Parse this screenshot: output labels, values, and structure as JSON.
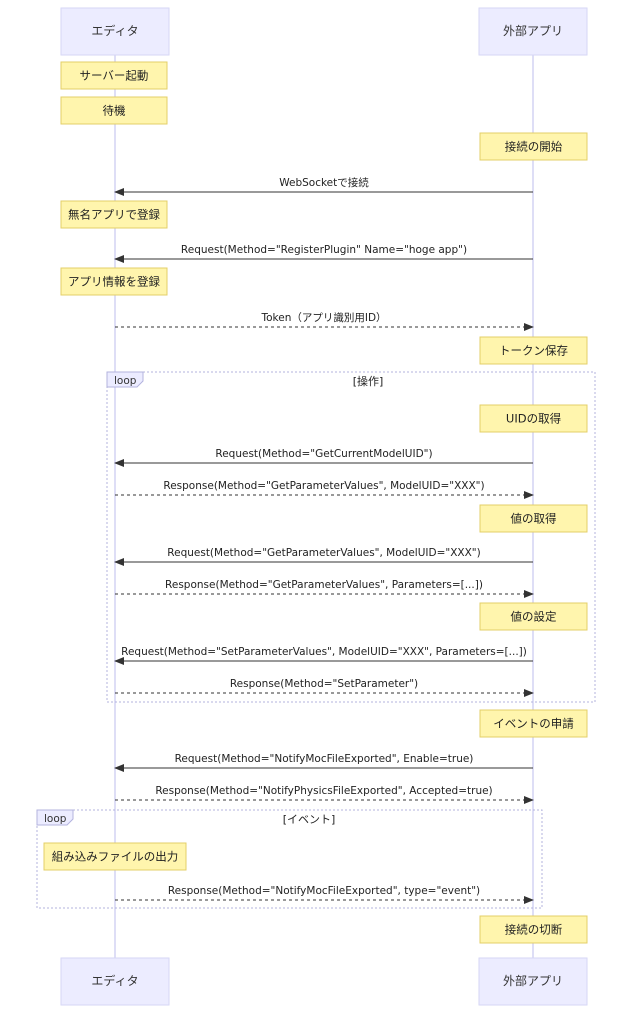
{
  "actors": {
    "editor": "エディタ",
    "app": "外部アプリ"
  },
  "notes": [
    {
      "actor": "editor",
      "text": "サーバー起動"
    },
    {
      "actor": "editor",
      "text": "待機"
    },
    {
      "actor": "app",
      "text": "接続の開始"
    },
    {
      "actor": "editor",
      "text": "無名アプリで登録"
    },
    {
      "actor": "editor",
      "text": "アプリ情報を登録"
    },
    {
      "actor": "app",
      "text": "トークン保存"
    },
    {
      "actor": "app",
      "text": "UIDの取得"
    },
    {
      "actor": "app",
      "text": "値の取得"
    },
    {
      "actor": "app",
      "text": "値の設定"
    },
    {
      "actor": "app",
      "text": "イベントの申請"
    },
    {
      "actor": "editor",
      "text": "組み込みファイルの出力"
    },
    {
      "actor": "app",
      "text": "接続の切断"
    }
  ],
  "messages": [
    {
      "from": "app",
      "to": "editor",
      "style": "solid",
      "text": "WebSocketで接続"
    },
    {
      "from": "app",
      "to": "editor",
      "style": "solid",
      "text": "Request(Method=\"RegisterPlugin\" Name=\"hoge app\")"
    },
    {
      "from": "editor",
      "to": "app",
      "style": "dotted",
      "text": "Token（アプリ識別用ID）"
    },
    {
      "from": "app",
      "to": "editor",
      "style": "solid",
      "text": "Request(Method=\"GetCurrentModelUID\")"
    },
    {
      "from": "editor",
      "to": "app",
      "style": "dotted",
      "text": "Response(Method=\"GetParameterValues\", ModelUID=\"XXX\")"
    },
    {
      "from": "app",
      "to": "editor",
      "style": "solid",
      "text": "Request(Method=\"GetParameterValues\", ModelUID=\"XXX\")"
    },
    {
      "from": "editor",
      "to": "app",
      "style": "dotted",
      "text": "Response(Method=\"GetParameterValues\", Parameters=[...])"
    },
    {
      "from": "app",
      "to": "editor",
      "style": "solid",
      "text": "Request(Method=\"SetParameterValues\", ModelUID=\"XXX\", Parameters=[...])"
    },
    {
      "from": "editor",
      "to": "app",
      "style": "dotted",
      "text": "Response(Method=\"SetParameter\")"
    },
    {
      "from": "app",
      "to": "editor",
      "style": "solid",
      "text": "Request(Method=\"NotifyMocFileExported\", Enable=true)"
    },
    {
      "from": "editor",
      "to": "app",
      "style": "dotted",
      "text": "Response(Method=\"NotifyPhysicsFileExported\", Accepted=true)"
    },
    {
      "from": "editor",
      "to": "app",
      "style": "dotted",
      "text": "Response(Method=\"NotifyMocFileExported\", type=\"event\")"
    }
  ],
  "loops": [
    {
      "label": "loop",
      "condition": "[操作]"
    },
    {
      "label": "loop",
      "condition": "[イベント]"
    }
  ]
}
